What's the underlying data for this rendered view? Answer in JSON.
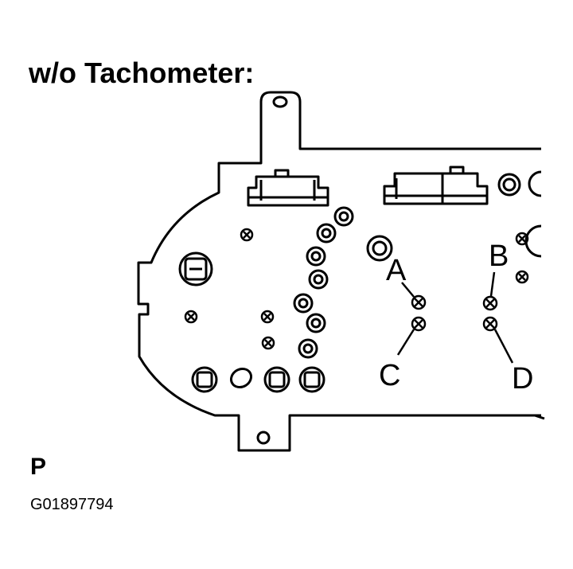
{
  "title": "w/o Tachometer:",
  "callouts": {
    "a": "A",
    "b": "B",
    "c": "C",
    "d": "D"
  },
  "pin_label": "P",
  "figure_code": "G01897794",
  "colors": {
    "ink": "#000000",
    "paper": "#ffffff"
  }
}
